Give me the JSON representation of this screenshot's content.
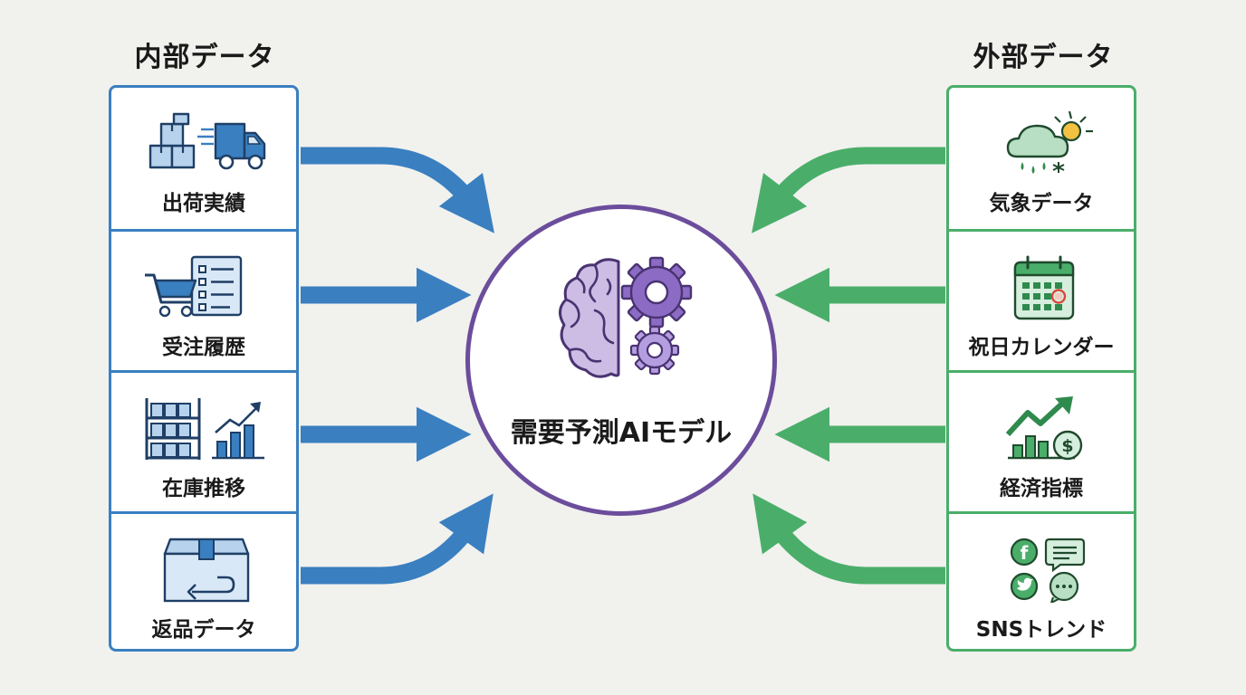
{
  "internal": {
    "title": "内部データ",
    "items": [
      {
        "label": "出荷実績",
        "icon": "boxes-truck-icon"
      },
      {
        "label": "受注履歴",
        "icon": "cart-list-icon"
      },
      {
        "label": "在庫推移",
        "icon": "shelf-chart-icon"
      },
      {
        "label": "返品データ",
        "icon": "return-box-icon"
      }
    ]
  },
  "external": {
    "title": "外部データ",
    "items": [
      {
        "label": "気象データ",
        "icon": "weather-icon"
      },
      {
        "label": "祝日カレンダー",
        "icon": "calendar-icon"
      },
      {
        "label": "経済指標",
        "icon": "economy-chart-icon"
      },
      {
        "label": "SNSトレンド",
        "icon": "social-icon"
      }
    ]
  },
  "hub": {
    "label": "需要予測AIモデル",
    "icon": "brain-gears-icon"
  },
  "colors": {
    "internal": "#3a7fc0",
    "external": "#4aae6a",
    "hub": "#6b4d9c",
    "background": "#f1f1ee"
  }
}
